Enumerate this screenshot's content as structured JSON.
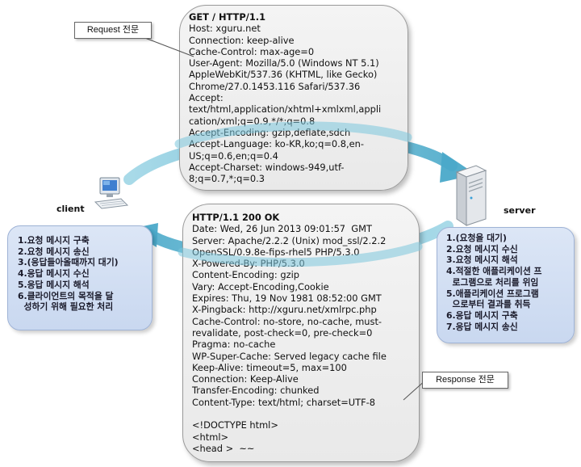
{
  "request": {
    "callout_label": "Request 전문",
    "lines": [
      "GET / HTTP/1.1",
      "Host: xguru.net",
      "Connection: keep-alive",
      "Cache-Control: max-age=0",
      "User-Agent: Mozilla/5.0 (Windows NT 5.1)",
      "AppleWebKit/537.36 (KHTML, like Gecko)",
      "Chrome/27.0.1453.116 Safari/537.36",
      "Accept:",
      "text/html,application/xhtml+xmlxml,appli",
      "cation/xml;q=0.9,*/*;q=0.8",
      "Accept-Encoding: gzip,deflate,sdch",
      "Accept-Language: ko-KR,ko;q=0.8,en-",
      "US;q=0.6,en;q=0.4",
      "Accept-Charset: windows-949,utf-",
      "8;q=0.7,*;q=0.3"
    ]
  },
  "response": {
    "callout_label": "Response 전문",
    "lines": [
      "HTTP/1.1 200 OK",
      "Date: Wed, 26 Jun 2013 09:01:57  GMT",
      "Server: Apache/2.2.2 (Unix) mod_ssl/2.2.2",
      "OpenSSL/0.9.8e-fips-rhel5 PHP/5.3.0",
      "X-Powered-By: PHP/5.3.0",
      "Content-Encoding: gzip",
      "Vary: Accept-Encoding,Cookie",
      "Expires: Thu, 19 Nov 1981 08:52:00 GMT",
      "X-Pingback: http://xguru.net/xmlrpc.php",
      "Cache-Control: no-store, no-cache, must-",
      "revalidate, post-check=0, pre-check=0",
      "Pragma: no-cache",
      "WP-Super-Cache: Served legacy cache file",
      "Keep-Alive: timeout=5, max=100",
      "Connection: Keep-Alive",
      "Transfer-Encoding: chunked",
      "Content-Type: text/html; charset=UTF-8",
      "",
      "<!DOCTYPE html>",
      "<html>",
      "<head >  ~~"
    ]
  },
  "client": {
    "label": "client",
    "icon": "computer-icon",
    "steps": [
      "1.요청 메시지 구축",
      "2.요청 메시지 송신",
      "3.(응답들아올때까지 대기)",
      "4.응답 메시지 수신",
      "5.응답 메시지 해석",
      "6.클라이언트의 목적을 달",
      "  성하기 위해 필요한 처리"
    ]
  },
  "server": {
    "label": "server",
    "icon": "server-icon",
    "steps": [
      "1.(요청을 대기)",
      "2.요청 메시지 수신",
      "3.요청 메시지 해석",
      "4.적절한 애플리케이션 프",
      "  로그램으로 처리를 위임",
      "5.애플리케이션 프로그램",
      "  으로부터 결과를 취득",
      "6.응답 메시지 구축",
      "7.응답 메시지 송신"
    ]
  },
  "colors": {
    "bubble_fill": "#ececec",
    "step_box_fill": "#cfdcf2",
    "arrow": "#5fb8d3"
  }
}
